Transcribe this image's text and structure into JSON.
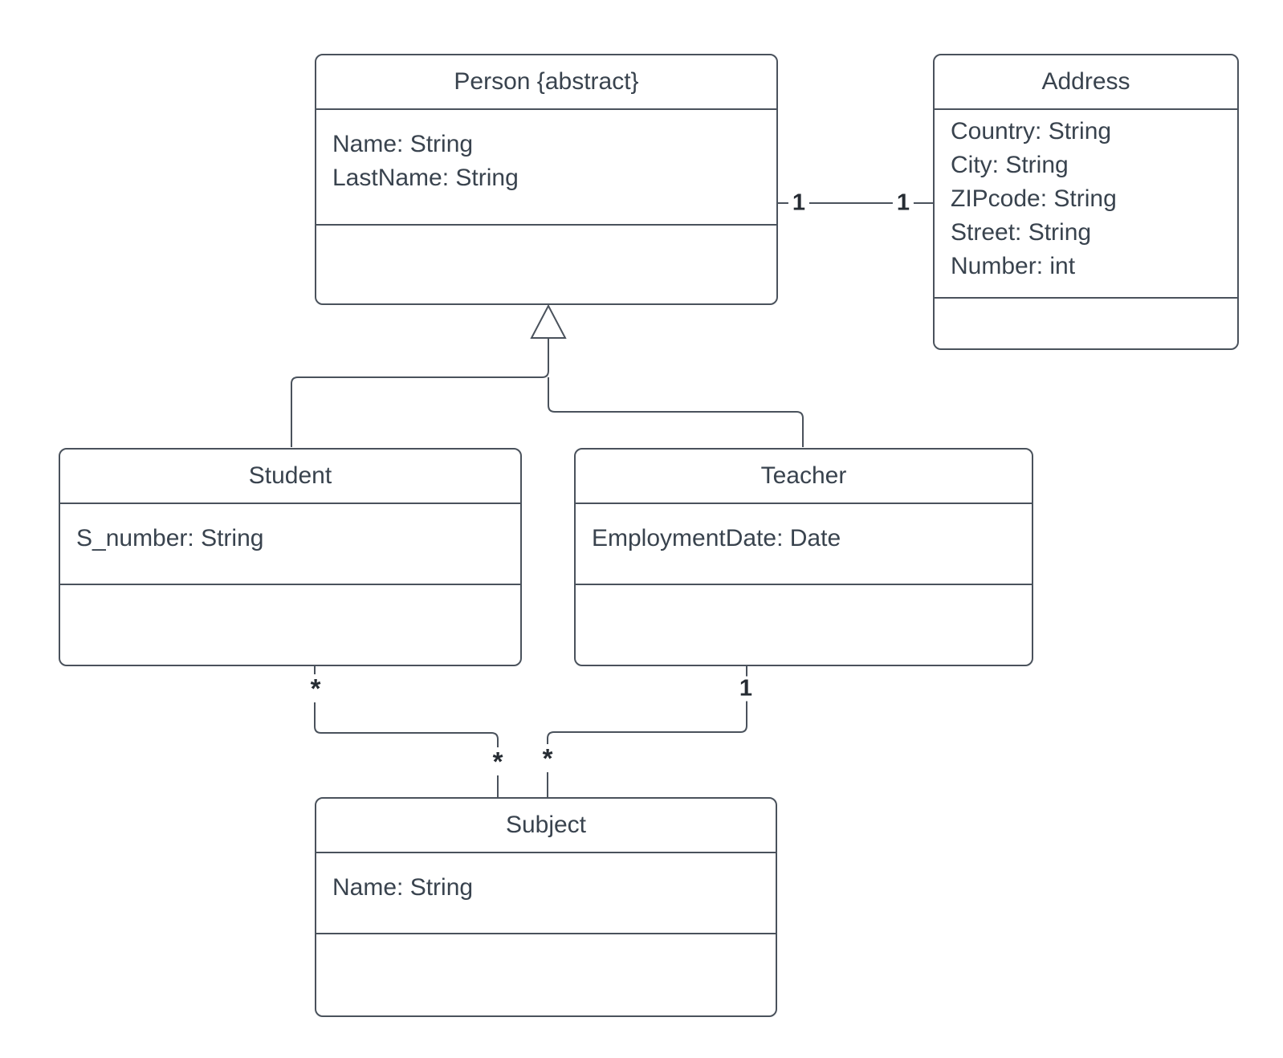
{
  "colors": {
    "stroke": "#4a525c",
    "text": "#39434e",
    "label": "#262c33",
    "background": "#ffffff"
  },
  "classes": {
    "person": {
      "title": "Person {abstract}",
      "attributes": [
        "Name: String",
        "LastName: String"
      ]
    },
    "address": {
      "title": "Address",
      "attributes": [
        "Country: String",
        "City: String",
        "ZIPcode: String",
        "Street: String",
        "Number: int"
      ]
    },
    "student": {
      "title": "Student",
      "attributes": [
        "S_number: String"
      ]
    },
    "teacher": {
      "title": "Teacher",
      "attributes": [
        "EmploymentDate: Date"
      ]
    },
    "subject": {
      "title": "Subject",
      "attributes": [
        "Name: String"
      ]
    }
  },
  "relationships": {
    "person_address": {
      "type": "association",
      "source": "Person",
      "target": "Address",
      "source_label": "1",
      "target_label": "1"
    },
    "inheritance": {
      "type": "generalization",
      "parent": "Person",
      "children": [
        "Student",
        "Teacher"
      ]
    },
    "student_subject": {
      "type": "association",
      "source": "Student",
      "target": "Subject",
      "source_label": "*",
      "target_label": "*"
    },
    "teacher_subject": {
      "type": "association",
      "source": "Teacher",
      "target": "Subject",
      "source_label": "1",
      "target_label": "*"
    }
  }
}
